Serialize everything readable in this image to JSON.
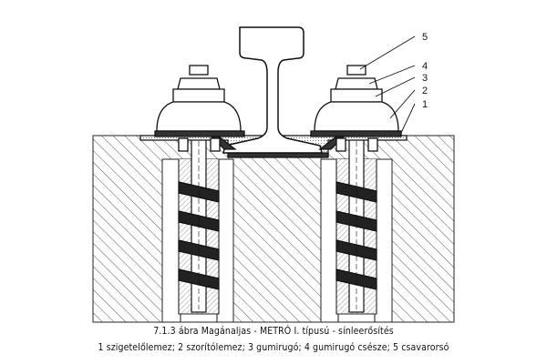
{
  "figure": {
    "caption_line1": "7.1.3 ábra Magánaljas - METRÓ I. típusú - sínleerősítés",
    "caption_line2": "1 szigetelőlemez; 2 szorítólemez; 3 gumirugó; 4 gumirugó csésze; 5 csavarorsó",
    "callouts": [
      "1",
      "2",
      "3",
      "4",
      "5"
    ]
  }
}
